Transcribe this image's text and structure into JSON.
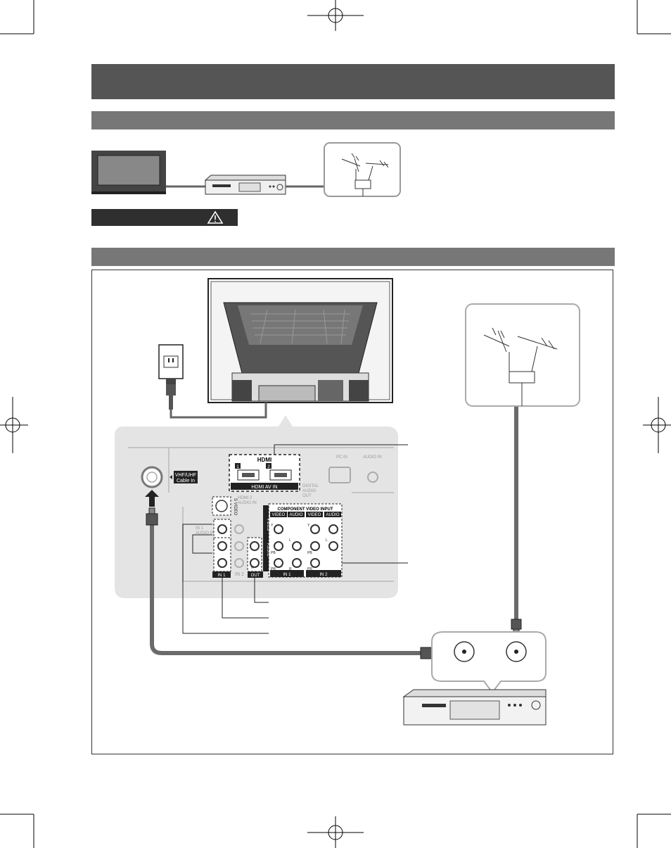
{
  "labels": {
    "vhf_uhf": "VHF/UHF",
    "cable_in": "Cable In",
    "hdmi_logo": "HDMI",
    "hdmi_port_1": "1",
    "hdmi_port_2": "2",
    "hdmi_av_in": "HDMI  AV IN",
    "hdmi2_audio_in_1": "HDMI 2",
    "hdmi2_audio_in_2": "AUDIO IN",
    "pc_in": "PC IN",
    "audio_in": "AUDIO IN",
    "digital_audio_out_1": "DIGITAL",
    "digital_audio_out_2": "AUDIO",
    "digital_audio_out_3": "OUT",
    "s_video": "S VIDEO",
    "in1_audio_in_1": "IN 1",
    "in1_audio_in_2": "AUDIO IN",
    "component_video_input": "COMPONENT VIDEO INPUT",
    "video": "VIDEO",
    "audio": "AUDIO",
    "audio_vertical": "AUDIO",
    "in_1": "IN 1",
    "in_2": "IN 2",
    "out": "OUT",
    "y": "Y",
    "pb": "PB",
    "pr": "PR",
    "l": "L",
    "r": "R"
  }
}
